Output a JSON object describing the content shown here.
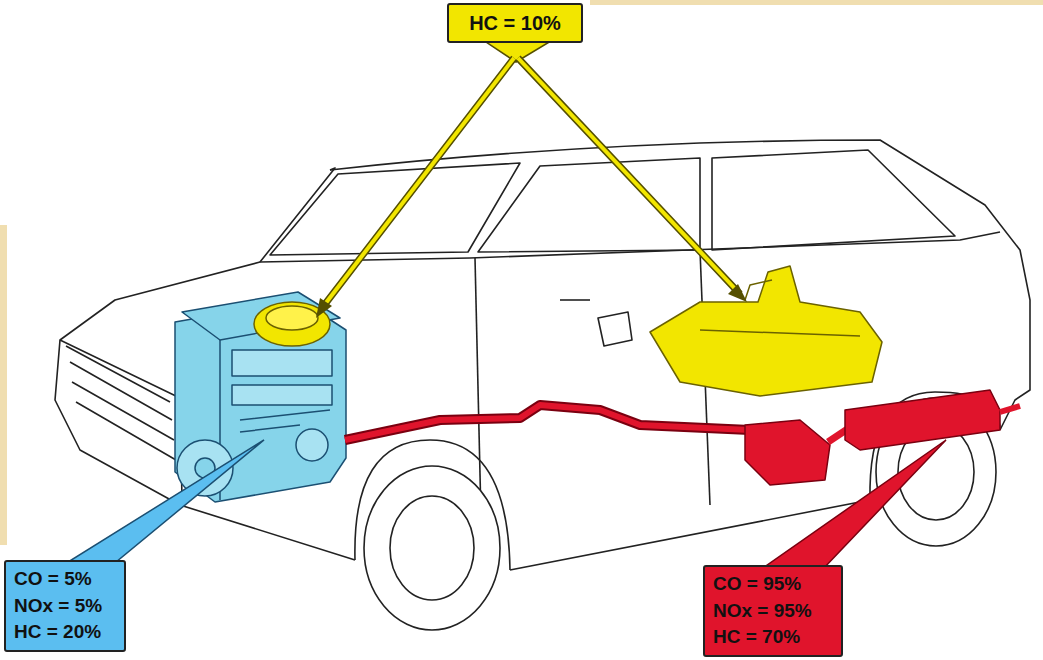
{
  "diagram": {
    "nodes": [
      {
        "text": [
          "HC = 10%"
        ]
      },
      {
        "text": [
          "CO = 5%",
          "NOx = 5%",
          "HC = 20%"
        ]
      },
      {
        "text": [
          "CO = 95%",
          "NOx = 95%",
          "HC = 70%"
        ]
      }
    ]
  }
}
